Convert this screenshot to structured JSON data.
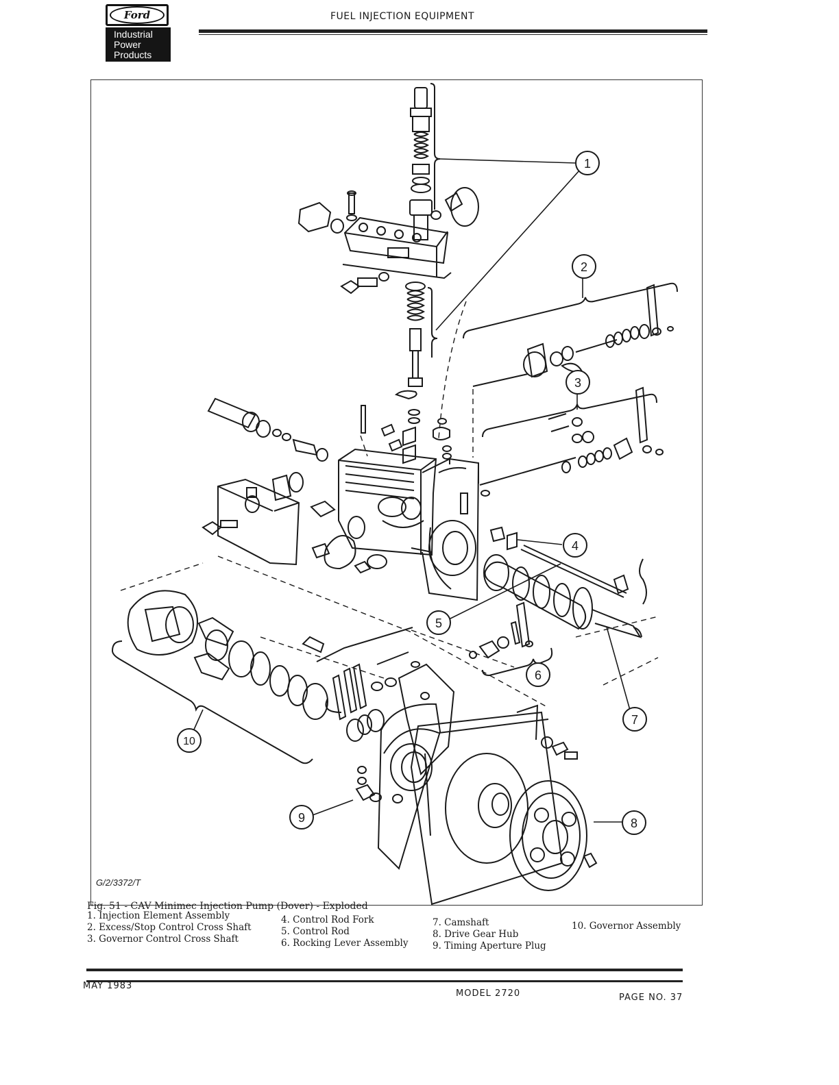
{
  "header": {
    "logo_top": "Ford",
    "logo_lines": [
      "Industrial",
      "Power",
      "Products"
    ],
    "title": "FUEL INJECTION EQUIPMENT"
  },
  "figure": {
    "ref_code": "G/2/3372/T",
    "callouts": [
      "1",
      "2",
      "3",
      "4",
      "5",
      "6",
      "7",
      "8",
      "9",
      "10"
    ],
    "caption": "Fig. 51 - CAV Minimec Injection Pump (Dover) - Exploded",
    "legend": [
      [
        "1. Injection Element Assembly",
        "2. Excess/Stop Control Cross Shaft",
        "3. Governor Control Cross Shaft"
      ],
      [
        "4. Control Rod Fork",
        "5. Control Rod",
        "6. Rocking Lever Assembly"
      ],
      [
        "7. Camshaft",
        "8. Drive Gear Hub",
        "9. Timing Aperture Plug"
      ],
      [
        "10. Governor Assembly"
      ]
    ]
  },
  "footer": {
    "date": "MAY 1983",
    "model": "MODEL 2720",
    "page": "PAGE NO. 37"
  },
  "colors": {
    "ink": "#1a1a1a",
    "paper": "#ffffff"
  }
}
